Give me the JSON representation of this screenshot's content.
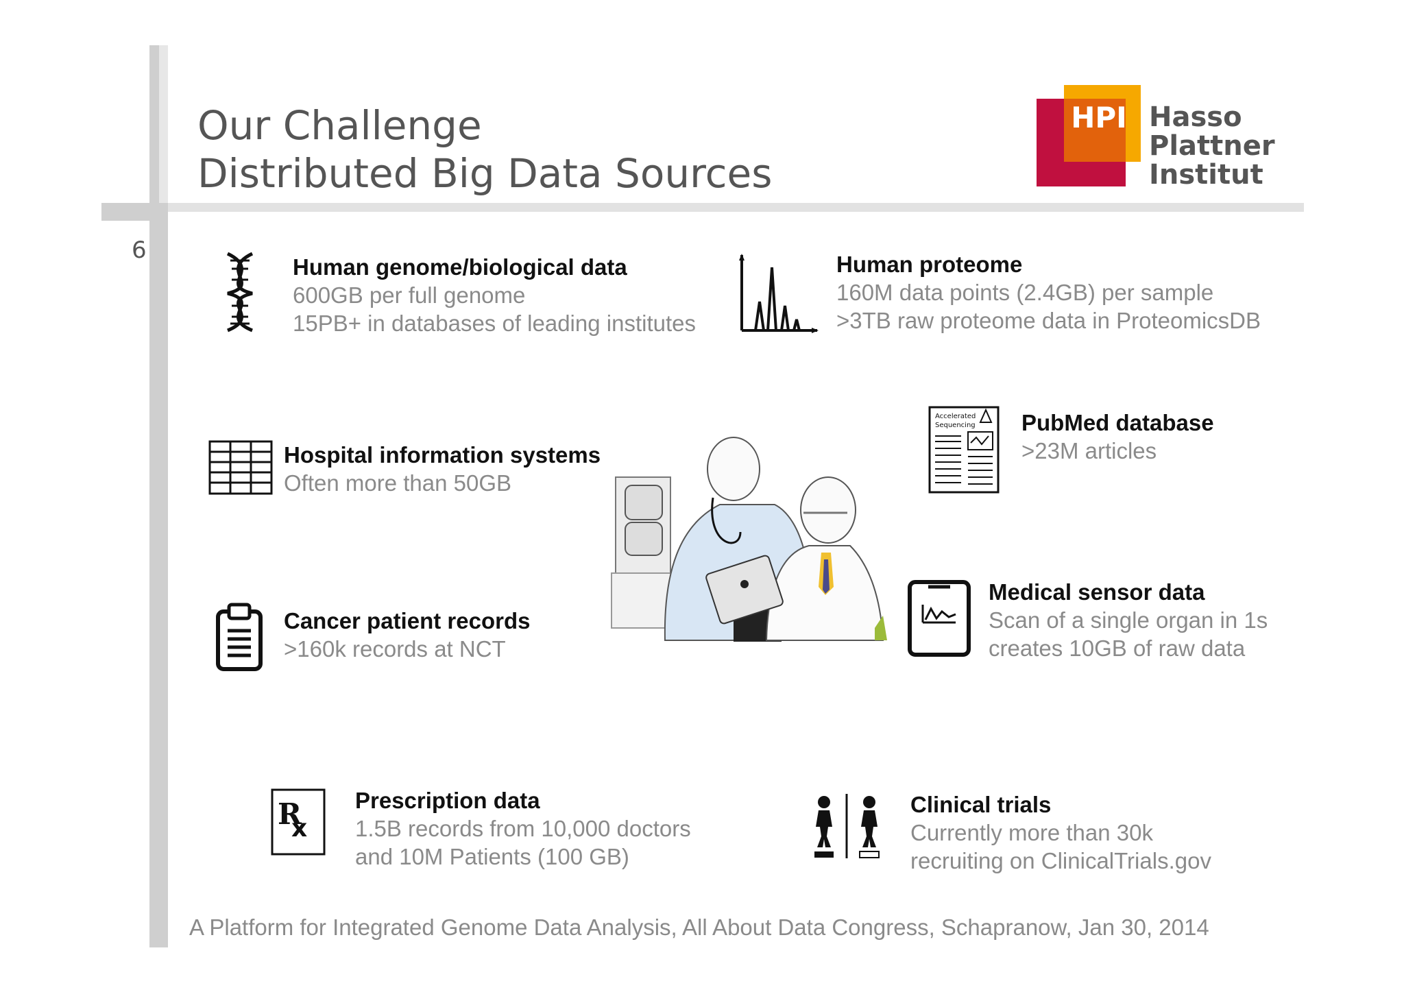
{
  "title": {
    "line1": "Our Challenge",
    "line2": "Distributed Big Data Sources"
  },
  "page_number": "6",
  "logo": {
    "abbr": "HPI",
    "name_line1": "Hasso",
    "name_line2": "Plattner",
    "name_line3": "Institut",
    "colors": {
      "red": "#c0103f",
      "orange": "#e2620c",
      "yellow": "#f6a800"
    }
  },
  "items": [
    {
      "icon": "dna-icon",
      "title": "Human genome/biological data",
      "lines": [
        "600GB per full genome",
        "15PB+ in databases of leading institutes"
      ]
    },
    {
      "icon": "spectrum-chart-icon",
      "title": "Human proteome",
      "lines": [
        "160M data points (2.4GB) per sample",
        ">3TB raw proteome data in ProteomicsDB"
      ]
    },
    {
      "icon": "journal-article-icon",
      "title": "PubMed database",
      "lines": [
        ">23M articles"
      ],
      "icon_text": [
        "Accelerated",
        "Sequencing"
      ]
    },
    {
      "icon": "table-grid-icon",
      "title": "Hospital information systems",
      "lines": [
        "Often more than 50GB"
      ]
    },
    {
      "icon": "clipboard-icon",
      "title": "Cancer patient records",
      "lines": [
        ">160k records at NCT"
      ]
    },
    {
      "icon": "tablet-monitor-icon",
      "title": "Medical sensor data",
      "lines": [
        "Scan of a single organ in 1s",
        "creates 10GB of raw data"
      ]
    },
    {
      "icon": "prescription-rx-icon",
      "title": "Prescription data",
      "lines": [
        "1.5B records from 10,000 doctors",
        "and 10M Patients (100 GB)"
      ]
    },
    {
      "icon": "patients-icon",
      "title": "Clinical trials",
      "lines": [
        "Currently more than 30k",
        "recruiting on ClinicalTrials.gov"
      ]
    }
  ],
  "footer": "A Platform for Integrated Genome Data Analysis, All About Data Congress, Schapranow, Jan 30, 2014",
  "colors": {
    "title_text": "#555555",
    "heading_text": "#111111",
    "description_text": "#8a8a8a",
    "bar_gray": "#cfcfcf"
  }
}
